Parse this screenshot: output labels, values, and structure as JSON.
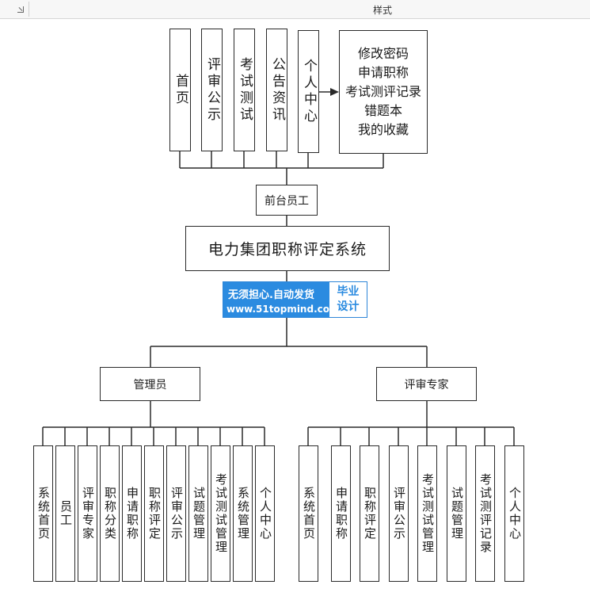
{
  "ribbon": {
    "group_label": "样式"
  },
  "system": {
    "title": "电力集团职称评定系统",
    "frontend": {
      "label": "前台员工",
      "modules": [
        "首页",
        "评审公示",
        "考试测试",
        "公告资讯",
        "个人中心"
      ],
      "personal_center_items": [
        "修改密码",
        "申请职称",
        "考试测评记录",
        "错题本",
        "我的收藏"
      ]
    },
    "admin": {
      "label": "管理员",
      "modules": [
        "系统首页",
        "员工",
        "评审专家",
        "职称分类",
        "申请职称",
        "职称评定",
        "评审公示",
        "试题管理",
        "考试测试管理",
        "系统管理",
        "个人中心"
      ]
    },
    "expert": {
      "label": "评审专家",
      "modules": [
        "系统首页",
        "申请职称",
        "职称评定",
        "评审公示",
        "考试测试管理",
        "试题管理",
        "考试测评记录",
        "个人中心"
      ]
    }
  },
  "watermark": {
    "line1": "无须担心.自动发货",
    "line2": "www.51topmind.com",
    "badge_line1": "毕业",
    "badge_line2": "设计"
  }
}
